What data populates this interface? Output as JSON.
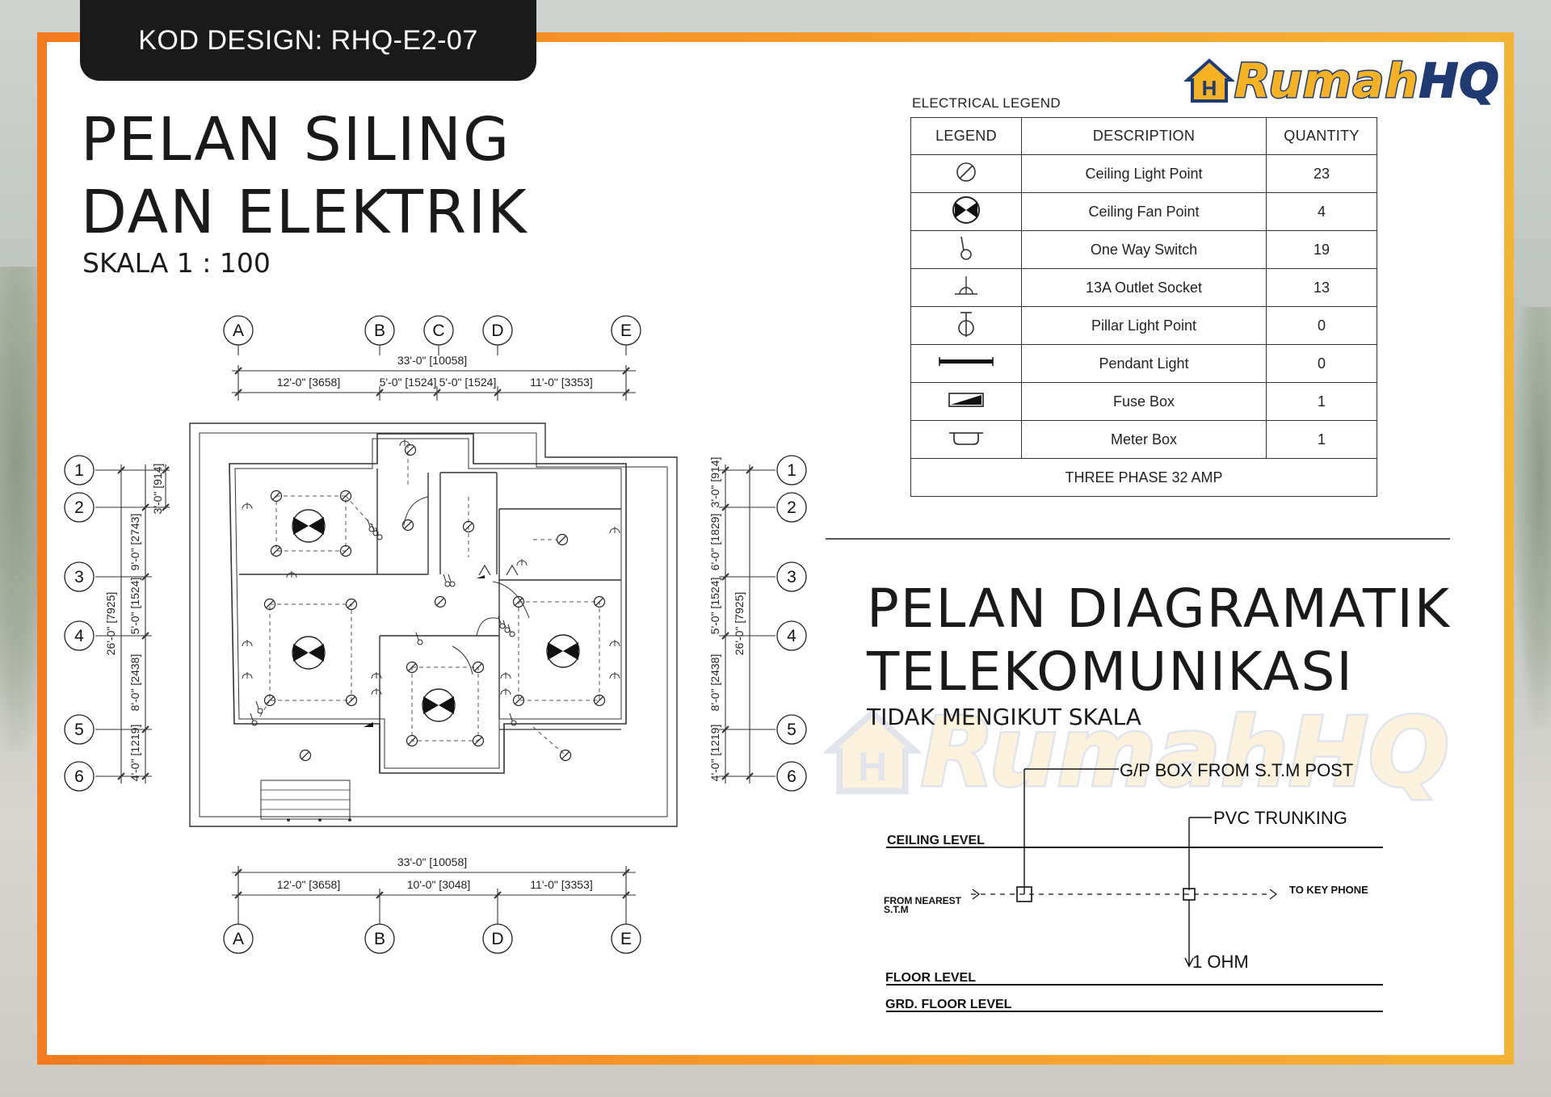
{
  "header": {
    "design_code": "KOD DESIGN: RHQ-E2-07"
  },
  "brand": {
    "name": "Rumah",
    "suffix": "HQ",
    "badge": "H"
  },
  "plan_title": {
    "line1": "PELAN SILING",
    "line2": "DAN ELEKTRIK",
    "scale": "SKALA 1 : 100"
  },
  "legend": {
    "caption": "ELECTRICAL LEGEND",
    "headers": [
      "LEGEND",
      "DESCRIPTION",
      "QUANTITY"
    ],
    "rows": [
      {
        "icon": "ceiling-light-icon",
        "description": "Ceiling Light Point",
        "quantity": "23"
      },
      {
        "icon": "ceiling-fan-icon",
        "description": "Ceiling Fan Point",
        "quantity": "4"
      },
      {
        "icon": "one-way-switch-icon",
        "description": "One Way Switch",
        "quantity": "19"
      },
      {
        "icon": "outlet-socket-icon",
        "description": "13A Outlet Socket",
        "quantity": "13"
      },
      {
        "icon": "pillar-light-icon",
        "description": "Pillar Light Point",
        "quantity": "0"
      },
      {
        "icon": "pendant-light-icon",
        "description": "Pendant Light",
        "quantity": "0"
      },
      {
        "icon": "fuse-box-icon",
        "description": "Fuse Box",
        "quantity": "1"
      },
      {
        "icon": "meter-box-icon",
        "description": "Meter Box",
        "quantity": "1"
      }
    ],
    "footer": "THREE PHASE 32 AMP"
  },
  "telecom": {
    "title_line1": "PELAN DIAGRAMATIK",
    "title_line2": "TELEKOMUNIKASI",
    "note": "TIDAK MENGIKUT SKALA",
    "labels": {
      "gp_box": "G/P BOX FROM  S.T.M  POST",
      "pvc": "PVC TRUNKING",
      "ceiling": "CEILING LEVEL",
      "from_nearest": "FROM NEAREST",
      "stm": "S.T.M",
      "to_key_phone": "TO KEY PHONE",
      "ohm": "1 OHM",
      "floor": "FLOOR LEVEL",
      "grd_floor": "GRD. FLOOR LEVEL"
    }
  },
  "grid": {
    "top_columns": [
      "A",
      "B",
      "C",
      "D",
      "E"
    ],
    "bottom_columns": [
      "A",
      "B",
      "D",
      "E"
    ],
    "rows": [
      "1",
      "2",
      "3",
      "4",
      "5",
      "6"
    ],
    "top_overall": "33'-0\" [10058]",
    "top_segments": [
      "12'-0\" [3658]",
      "5'-0\" [1524]",
      "5'-0\" [1524]",
      "11'-0\" [3353]"
    ],
    "bottom_overall": "33'-0\" [10058]",
    "bottom_segments": [
      "12'-0\" [3658]",
      "10'-0\" [3048]",
      "11'-0\" [3353]"
    ],
    "left_overall": "26'-0\" [7925]",
    "left_segments": [
      "3'-0\" [914]",
      "9'-0\" [2743]",
      "5'-0\" [1524]",
      "8'-0\" [2438]",
      "4'-0\" [1219]"
    ],
    "right_overall": "26'-0\" [7925]",
    "right_segments": [
      "3'-0\" [914]",
      "6'-0\" [1829]",
      "5'-0\" [1524]",
      "8'-0\" [2438]",
      "4'-0\" [1219]"
    ]
  }
}
